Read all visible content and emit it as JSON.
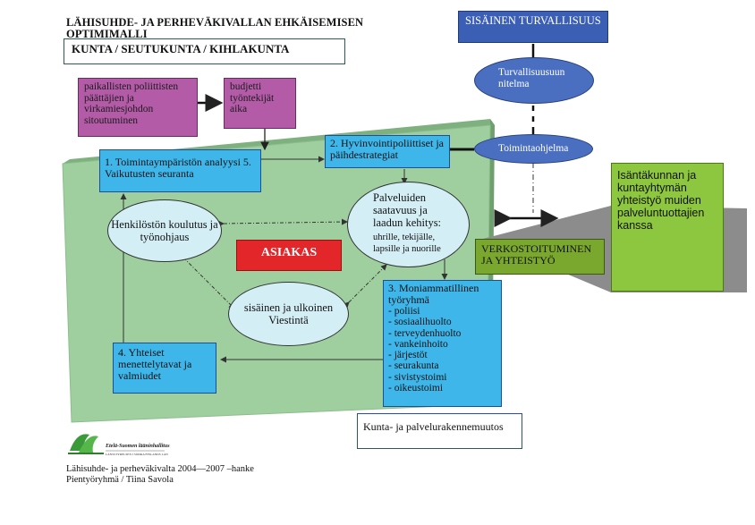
{
  "header": {
    "title": "LÄHISUHDE- JA PERHEVÄKIVALLAN EHKÄISEMISEN OPTIMIMALLI",
    "level": "KUNTA / SEUTUKUNTA / KIHLAKUNTA"
  },
  "top_right": {
    "security": "SISÄINEN TURVALLISUUS",
    "plan": "Turvallisuusuun nitelma",
    "program": "Toimintaohjelma"
  },
  "boxes": {
    "decision": "paikallisten poliittisten päättäjien ja virkamiesjohdon sitoutuminen",
    "budget": "budjetti työntekijät aika",
    "analysis": "1. Toimintaympäristön analyysi 5. Vaikutusten seuranta",
    "strategy": "2. Hyvinvointipoliittiset ja päihdestrategiat",
    "client": "ASIAKAS",
    "procedures": "4. Yhteiset menettelytavat ja valmiudet",
    "network": "VERKOSTOITUMINEN JA YHTEISTYÖ",
    "cooperation": "Isäntäkunnan ja kuntayhtymän yhteistyö muiden palveluntuottajien kanssa",
    "restructure": "Kunta- ja palvelurakennemuutos"
  },
  "ellipses": {
    "training": "Henkilöstön koulutus ja työnohjaus",
    "services_title": "Palveluiden saatavuus ja laadun kehitys:",
    "services_sub": "uhrille, tekijälle, lapsille ja nuorille",
    "communication": "sisäinen ja ulkoinen Viestintä"
  },
  "team": {
    "title": "3. Moniammatillinen työryhmä",
    "members": [
      "- poliisi",
      "- sosiaalihuolto",
      "- terveydenhuolto",
      "- vankeinhoito",
      "- järjestöt",
      "- seurakunta",
      "- sivistystoimi",
      "- oikeustoimi"
    ]
  },
  "footer": {
    "logo_text": "Etelä-Suomen lääninhallitus",
    "logo_subtext": "LÄNSSTYRELSEN I SÖDRA FINLANDS LÄN",
    "project": "Lähisuhde- ja perheväkivalta 2004—2007 –hanke",
    "group": "Pientyöryhmä / Tiina Savola"
  },
  "colors": {
    "blue_box": "#3fb6ea",
    "purple_box": "#b45ba8",
    "red_box": "#e2262a",
    "dark_blue": "#3b5fb5",
    "green_box": "#8dc63f",
    "olive_box": "#7aa82e",
    "platform": "#9fcf9f"
  }
}
